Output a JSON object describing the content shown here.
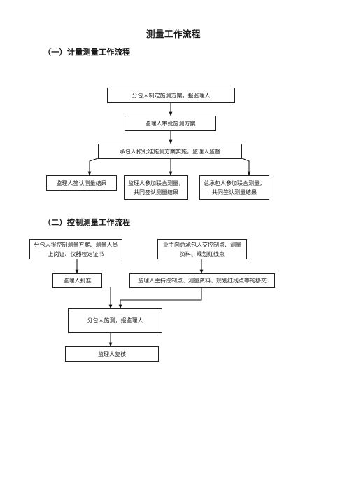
{
  "title": "测量工作流程",
  "section1": {
    "heading": "（一）计量测量工作流程",
    "nodes": {
      "n1": "分包人制定施测方案，报监理人",
      "n2": "监理人审批施测方案",
      "n3": "承包人按批准施测方案实施，监理人监督",
      "n4": "监理人签认测量结果",
      "n5": "监理人参加联合测量，共同签认测量结果",
      "n6": "总承包人参加联合测量，共同签认测量结果"
    }
  },
  "section2": {
    "heading": "（二）控制测量工作流程",
    "nodes": {
      "m1": "分包人报控制测量方案、测量人员上岗证、仪器检定证书",
      "m2": "业主向总承包人交控制点、测量资料、规划红线点",
      "m3": "监理人批准",
      "m4": "监理人主持控制点、测量资料、规划红线点等的移交",
      "m5": "分包人施测，报监理人",
      "m6": "监理人复核"
    }
  }
}
